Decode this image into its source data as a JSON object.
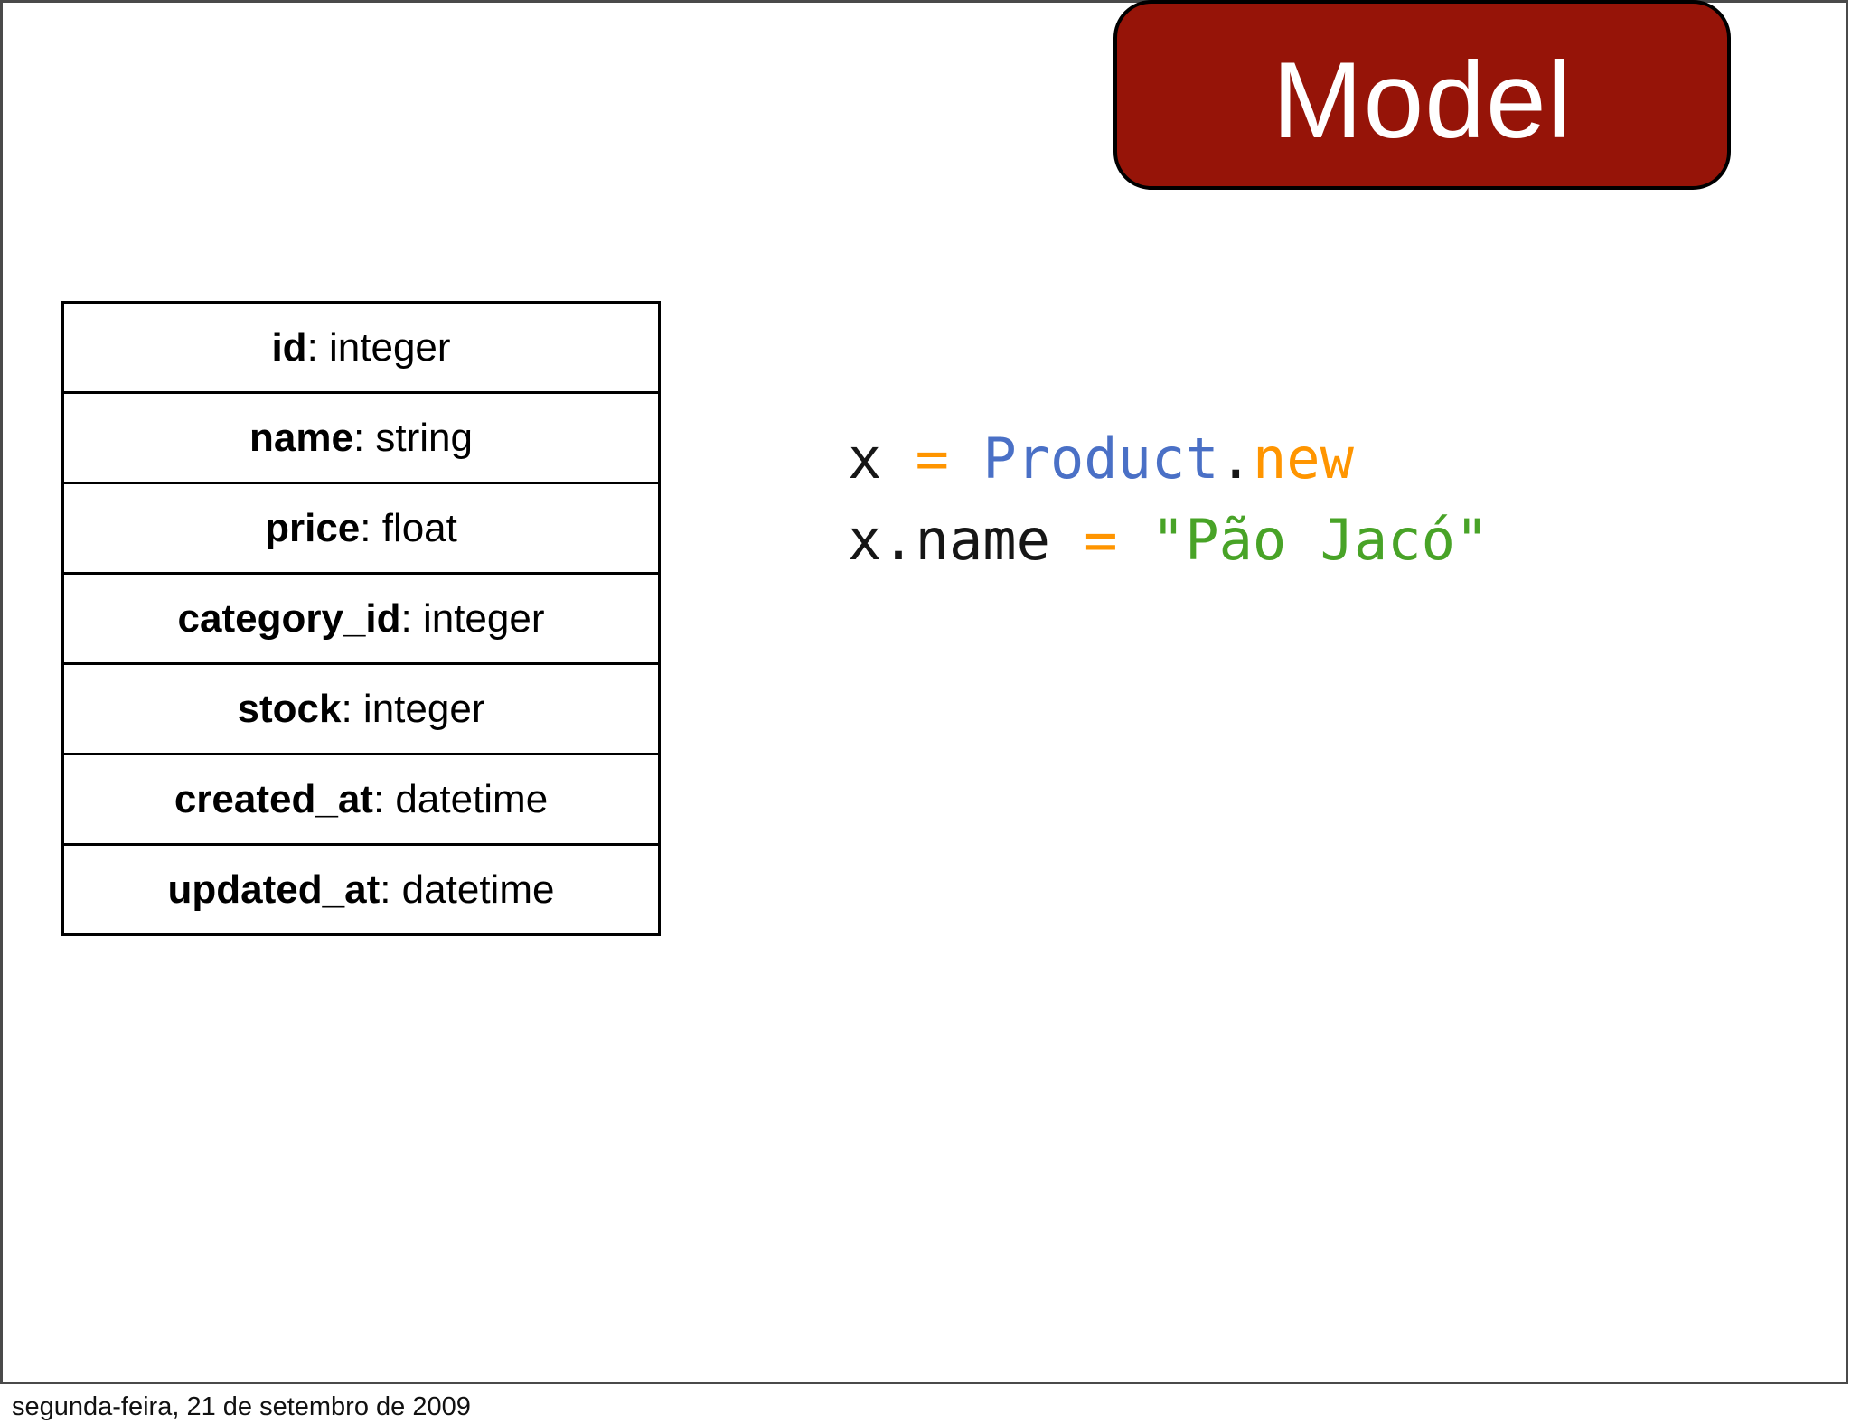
{
  "slide": {
    "title": "Model",
    "model_table": {
      "separator": ": ",
      "fields": [
        {
          "name": "id",
          "type": "integer"
        },
        {
          "name": "name",
          "type": "string"
        },
        {
          "name": "price",
          "type": "float"
        },
        {
          "name": "category_id",
          "type": "integer"
        },
        {
          "name": "stock",
          "type": "integer"
        },
        {
          "name": "created_at",
          "type": "datetime"
        },
        {
          "name": "updated_at",
          "type": "datetime"
        }
      ]
    },
    "code": {
      "lines": [
        {
          "tokens": [
            {
              "text": "x ",
              "style": "plain"
            },
            {
              "text": "=",
              "style": "operator"
            },
            {
              "text": " ",
              "style": "plain"
            },
            {
              "text": "Product",
              "style": "constant"
            },
            {
              "text": ".",
              "style": "plain"
            },
            {
              "text": "new",
              "style": "method"
            }
          ]
        },
        {
          "tokens": [
            {
              "text": "x.name ",
              "style": "plain"
            },
            {
              "text": "=",
              "style": "operator"
            },
            {
              "text": " ",
              "style": "plain"
            },
            {
              "text": "\"Pão Jacó\"",
              "style": "string"
            }
          ]
        }
      ]
    },
    "colors": {
      "title_bg": "#961408",
      "plain": "#161616",
      "operator": "#ff9500",
      "constant": "#4a70c6",
      "method": "#ff9500",
      "string": "#48a327"
    }
  },
  "footer": {
    "date": "segunda-feira, 21 de setembro de 2009"
  }
}
